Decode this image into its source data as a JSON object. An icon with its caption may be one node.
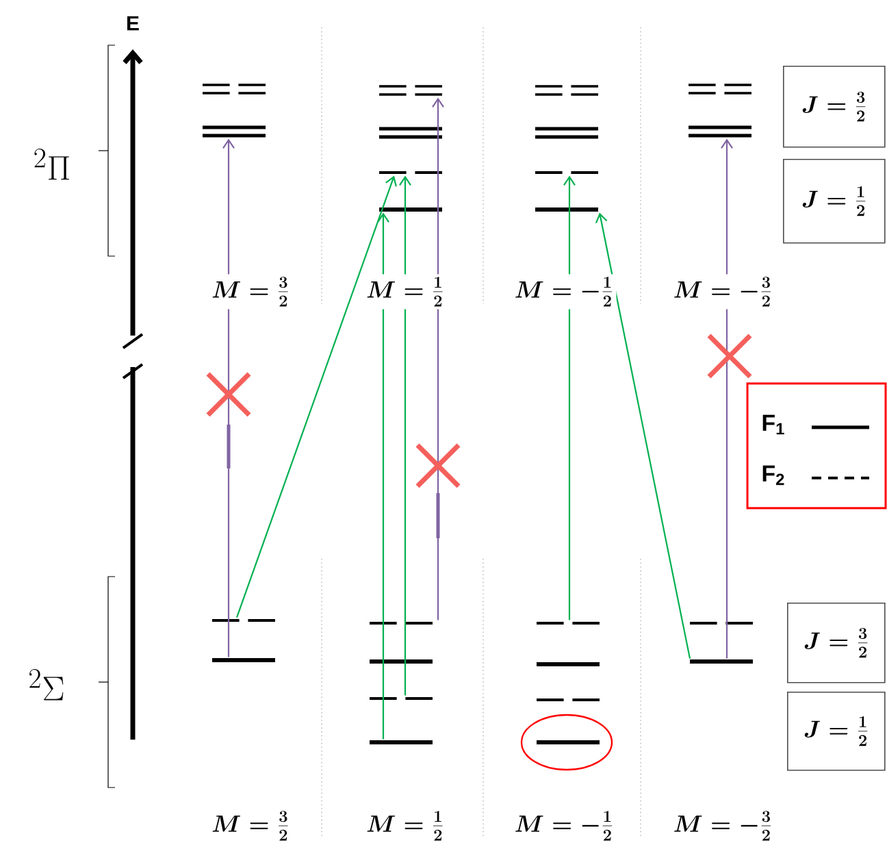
{
  "diagram": {
    "nodes": [
      {
        "text": [],
        "shape": "bar"
      },
      {
        "text": [],
        "shape": "bar"
      },
      {
        "text": [],
        "shape": "bar"
      },
      {
        "text": [],
        "shape": "bar"
      },
      {
        "text": [],
        "shape": "bar"
      },
      {
        "text": [],
        "shape": "bar"
      },
      {
        "text": [],
        "shape": "bar"
      },
      {
        "text": [],
        "shape": "bar"
      },
      {
        "text": [],
        "shape": "bar"
      },
      {
        "text": [],
        "shape": "bar"
      },
      {
        "text": [],
        "shape": "bar"
      },
      {
        "text": [],
        "shape": "bar"
      },
      {
        "text": [],
        "shape": "bar"
      },
      {
        "text": [],
        "shape": "bar"
      },
      {
        "text": [],
        "shape": "bar"
      },
      {
        "text": [],
        "shape": "bar"
      },
      {
        "text": [],
        "shape": "bar"
      },
      {
        "text": [],
        "shape": "bar"
      },
      {
        "text": [],
        "shape": "bar"
      },
      {
        "text": [],
        "shape": "bar"
      },
      {
        "text": [],
        "shape": "bar"
      },
      {
        "text": [],
        "shape": "bar"
      },
      {
        "text": [],
        "shape": "bar"
      },
      {
        "text": [],
        "shape": "bar"
      },
      {
        "text": [
          "J = \\frac{3}{2}"
        ]
      },
      {
        "text": [
          "J = \\frac{1}{2}"
        ]
      },
      {
        "text": [
          "J = \\frac{3}{2}"
        ]
      },
      {
        "text": [
          "J = \\frac{1}{2}"
        ]
      }
    ],
    "edges": [
      {
        "from": 13,
        "to": 1,
        "arrow": "to",
        "color": "#8064a2"
      },
      {
        "from": 12,
        "to": 4,
        "arrow": "to"
      },
      {
        "from": 17,
        "to": 5,
        "arrow": "to"
      },
      {
        "from": 16,
        "to": 4,
        "arrow": "to"
      },
      {
        "from": 14,
        "to": 2,
        "arrow": "to",
        "color": "#8064a2"
      },
      {
        "from": 18,
        "to": 8,
        "arrow": "to"
      },
      {
        "from": 23,
        "to": 9,
        "arrow": "to"
      },
      {
        "from": 23,
        "to": 11,
        "arrow": "to",
        "color": "#8064a2"
      }
    ],
    "labels": [
      "E",
      "^{2}\\Pi",
      "M = \\frac{3}{2}",
      "M = \\frac{1}{2}",
      "M = -\\frac{1}{2}",
      "M = -\\frac{3}{2}",
      "^{2}\\Sigma",
      "M = \\frac{3}{2}",
      "M = \\frac{1}{2}",
      "M = -\\frac{1}{2}",
      "M = -\\frac{3}{2}"
    ],
    "legend": [
      {
        "text": "F$_{1}$"
      },
      {
        "text": "F$_{2}$"
      }
    ]
  }
}
